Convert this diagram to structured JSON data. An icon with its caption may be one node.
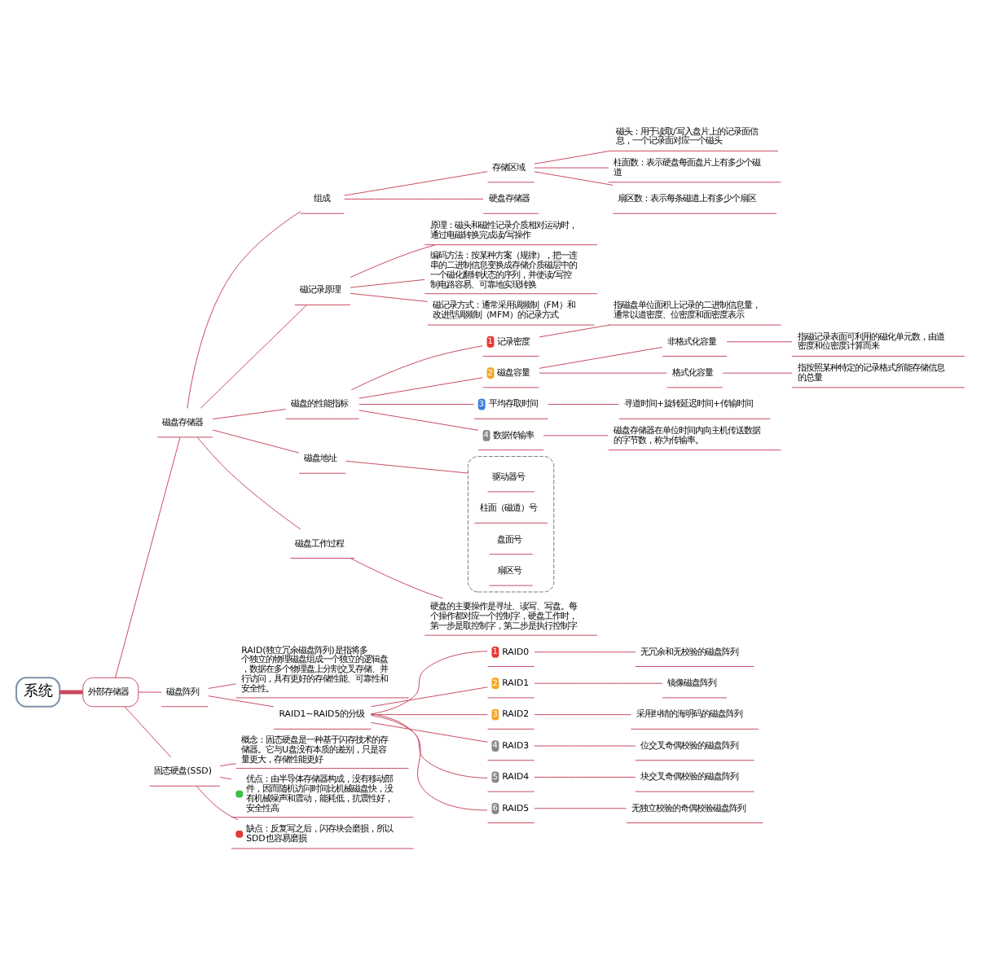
{
  "diagram": {
    "nodes": [
      {
        "text": [
          "系统"
        ]
      },
      {
        "text": [
          "外部存储器"
        ]
      },
      {
        "text": [
          "磁盘存储器"
        ]
      },
      {
        "text": [
          "组成"
        ]
      },
      {
        "text": [
          "存储区域"
        ]
      },
      {
        "text": [
          "磁头：用于读取/写入盘片上的记录面信息，一个记录面对应一个磁头"
        ]
      },
      {
        "text": [
          "柱面数：表示硬盘每面盘片上有多少个磁道"
        ]
      },
      {
        "text": [
          "扇区数：表示每条磁道上有多少个扇区"
        ]
      },
      {
        "text": [
          "硬盘存储器"
        ]
      },
      {
        "text": [
          "磁记录原理"
        ]
      },
      {
        "text": [
          "原理：磁头和磁性记录介质相对运动时，通过电磁转换完成读/写操作"
        ]
      },
      {
        "text": [
          "编码方法：按某种方案（规律），把一连串的二进制信息变换成存储介质磁层中的一个磁化翻转状态的序列，并使读/写控制电路容易、可靠地实现转换"
        ]
      },
      {
        "text": [
          "磁记录方式：通常采用调频制（FM）和改进型调频制（MFM）的记录方式"
        ]
      },
      {
        "text": [
          "磁盘的性能指标"
        ]
      },
      {
        "text": [
          "1",
          "记录密度"
        ]
      },
      {
        "text": [
          "指磁盘单位面积上记录的二进制信息量，通常以道密度、位密度和面密度表示"
        ]
      },
      {
        "text": [
          "2",
          "磁盘容量"
        ]
      },
      {
        "text": [
          "非格式化容量"
        ]
      },
      {
        "text": [
          "指磁记录表面可利用的磁化单元数，由道密度和位密度计算而来"
        ]
      },
      {
        "text": [
          "格式化容量"
        ]
      },
      {
        "text": [
          "指按照某种特定的记录格式所能存储信息的总量"
        ]
      },
      {
        "text": [
          "3",
          "平均存取时间"
        ]
      },
      {
        "text": [
          "寻道时间+旋转延迟时间+传输时间"
        ]
      },
      {
        "text": [
          "4",
          "数据传输率"
        ]
      },
      {
        "text": [
          "磁盘存储器在单位时间内向主机传送数据的字节数，称为传输率。"
        ]
      },
      {
        "text": [
          "磁盘地址"
        ]
      },
      {
        "text": [],
        "shape": "box"
      },
      {
        "text": [
          "驱动器号"
        ],
        "in": 26
      },
      {
        "text": [
          "柱面（磁道）号"
        ],
        "in": 26
      },
      {
        "text": [
          "盘面号"
        ],
        "in": 26
      },
      {
        "text": [
          "扇区号"
        ],
        "in": 26
      },
      {
        "text": [
          "磁盘工作过程"
        ]
      },
      {
        "text": [
          "硬盘的主要操作是寻址、读写、写盘。每个操作都对应一个控制字，硬盘工作时，第一步是取控制字，第二步是执行控制字"
        ]
      },
      {
        "text": [
          "磁盘阵列"
        ]
      },
      {
        "text": [
          "RAID(独立冗余磁盘阵列)是指将多个独立的物理磁盘组成一个独立的逻辑盘，数据在多个物理盘上分割交叉存储、并行访问，具有更好的存储性能、可靠性和安全性。"
        ]
      },
      {
        "text": [
          "RAID1~RAID5的分级"
        ]
      },
      {
        "text": [
          "1",
          "RAID0"
        ]
      },
      {
        "text": [
          "无冗余和无校验的磁盘阵列"
        ]
      },
      {
        "text": [
          "2",
          "RAID1"
        ]
      },
      {
        "text": [
          "镜像磁盘阵列"
        ]
      },
      {
        "text": [
          "3",
          "RAID2"
        ]
      },
      {
        "text": [
          "采用纠错的海明码的磁盘阵列"
        ]
      },
      {
        "text": [
          "4",
          "RAID3"
        ]
      },
      {
        "text": [
          "位交叉奇偶校验的磁盘阵列"
        ]
      },
      {
        "text": [
          "5",
          "RAID4"
        ]
      },
      {
        "text": [
          "块交叉奇偶校验的磁盘阵列"
        ]
      },
      {
        "text": [
          "6",
          "RAID5"
        ]
      },
      {
        "text": [
          "无独立校验的奇偶校验磁盘阵列"
        ]
      },
      {
        "text": [
          "固态硬盘(SSD)"
        ]
      },
      {
        "text": [
          "概念：固态硬盘是一种基于闪存技术的存储器。它与U盘没有本质的差别，只是容量更大，存储性能更好"
        ]
      },
      {
        "text": [
          "优点：由半导体存储器构成，没有移动部件，因而随机访问时间比机械磁盘快，没有机械噪声和震动，能耗低，抗震性好，安全性高"
        ]
      },
      {
        "text": [
          "缺点：反复写之后，闪存块会磨损，所以SDD也容易磨损"
        ]
      }
    ],
    "edges": [
      {
        "from": 0,
        "to": 1,
        "arrow": "none",
        "style": "thick"
      },
      {
        "from": 1,
        "to": 2,
        "arrow": "none"
      },
      {
        "from": 2,
        "to": 3,
        "arrow": "none"
      },
      {
        "from": 3,
        "to": 4,
        "arrow": "none"
      },
      {
        "from": 4,
        "to": 5,
        "arrow": "none"
      },
      {
        "from": 4,
        "to": 6,
        "arrow": "none"
      },
      {
        "from": 4,
        "to": 7,
        "arrow": "none"
      },
      {
        "from": 3,
        "to": 8,
        "arrow": "none"
      },
      {
        "from": 2,
        "to": 9,
        "arrow": "none"
      },
      {
        "from": 9,
        "to": 10,
        "arrow": "none"
      },
      {
        "from": 9,
        "to": 11,
        "arrow": "none"
      },
      {
        "from": 9,
        "to": 12,
        "arrow": "none"
      },
      {
        "from": 2,
        "to": 13,
        "arrow": "none"
      },
      {
        "from": 13,
        "to": 14,
        "arrow": "none"
      },
      {
        "from": 14,
        "to": 15,
        "arrow": "none"
      },
      {
        "from": 13,
        "to": 16,
        "arrow": "none"
      },
      {
        "from": 16,
        "to": 17,
        "arrow": "none"
      },
      {
        "from": 17,
        "to": 18,
        "arrow": "none"
      },
      {
        "from": 16,
        "to": 19,
        "arrow": "none"
      },
      {
        "from": 19,
        "to": 20,
        "arrow": "none"
      },
      {
        "from": 13,
        "to": 21,
        "arrow": "none"
      },
      {
        "from": 21,
        "to": 22,
        "arrow": "none"
      },
      {
        "from": 13,
        "to": 23,
        "arrow": "none"
      },
      {
        "from": 23,
        "to": 24,
        "arrow": "none"
      },
      {
        "from": 2,
        "to": 25,
        "arrow": "none"
      },
      {
        "from": 25,
        "to": 26,
        "arrow": "none"
      },
      {
        "from": 2,
        "to": 31,
        "arrow": "none"
      },
      {
        "from": 31,
        "to": 32,
        "arrow": "none"
      },
      {
        "from": 1,
        "to": 33,
        "arrow": "none"
      },
      {
        "from": 33,
        "to": 34,
        "arrow": "none"
      },
      {
        "from": 33,
        "to": 35,
        "arrow": "none"
      },
      {
        "from": 35,
        "to": 36,
        "arrow": "none"
      },
      {
        "from": 36,
        "to": 37,
        "arrow": "none"
      },
      {
        "from": 35,
        "to": 38,
        "arrow": "none"
      },
      {
        "from": 38,
        "to": 39,
        "arrow": "none"
      },
      {
        "from": 35,
        "to": 40,
        "arrow": "none"
      },
      {
        "from": 40,
        "to": 41,
        "arrow": "none"
      },
      {
        "from": 35,
        "to": 42,
        "arrow": "none"
      },
      {
        "from": 42,
        "to": 43,
        "arrow": "none"
      },
      {
        "from": 35,
        "to": 44,
        "arrow": "none"
      },
      {
        "from": 44,
        "to": 45,
        "arrow": "none"
      },
      {
        "from": 35,
        "to": 46,
        "arrow": "none"
      },
      {
        "from": 46,
        "to": 47,
        "arrow": "none"
      },
      {
        "from": 1,
        "to": 48,
        "arrow": "none"
      },
      {
        "from": 48,
        "to": 49,
        "arrow": "none"
      },
      {
        "from": 48,
        "to": 50,
        "arrow": "none"
      },
      {
        "from": 48,
        "to": 51,
        "arrow": "none"
      }
    ]
  }
}
